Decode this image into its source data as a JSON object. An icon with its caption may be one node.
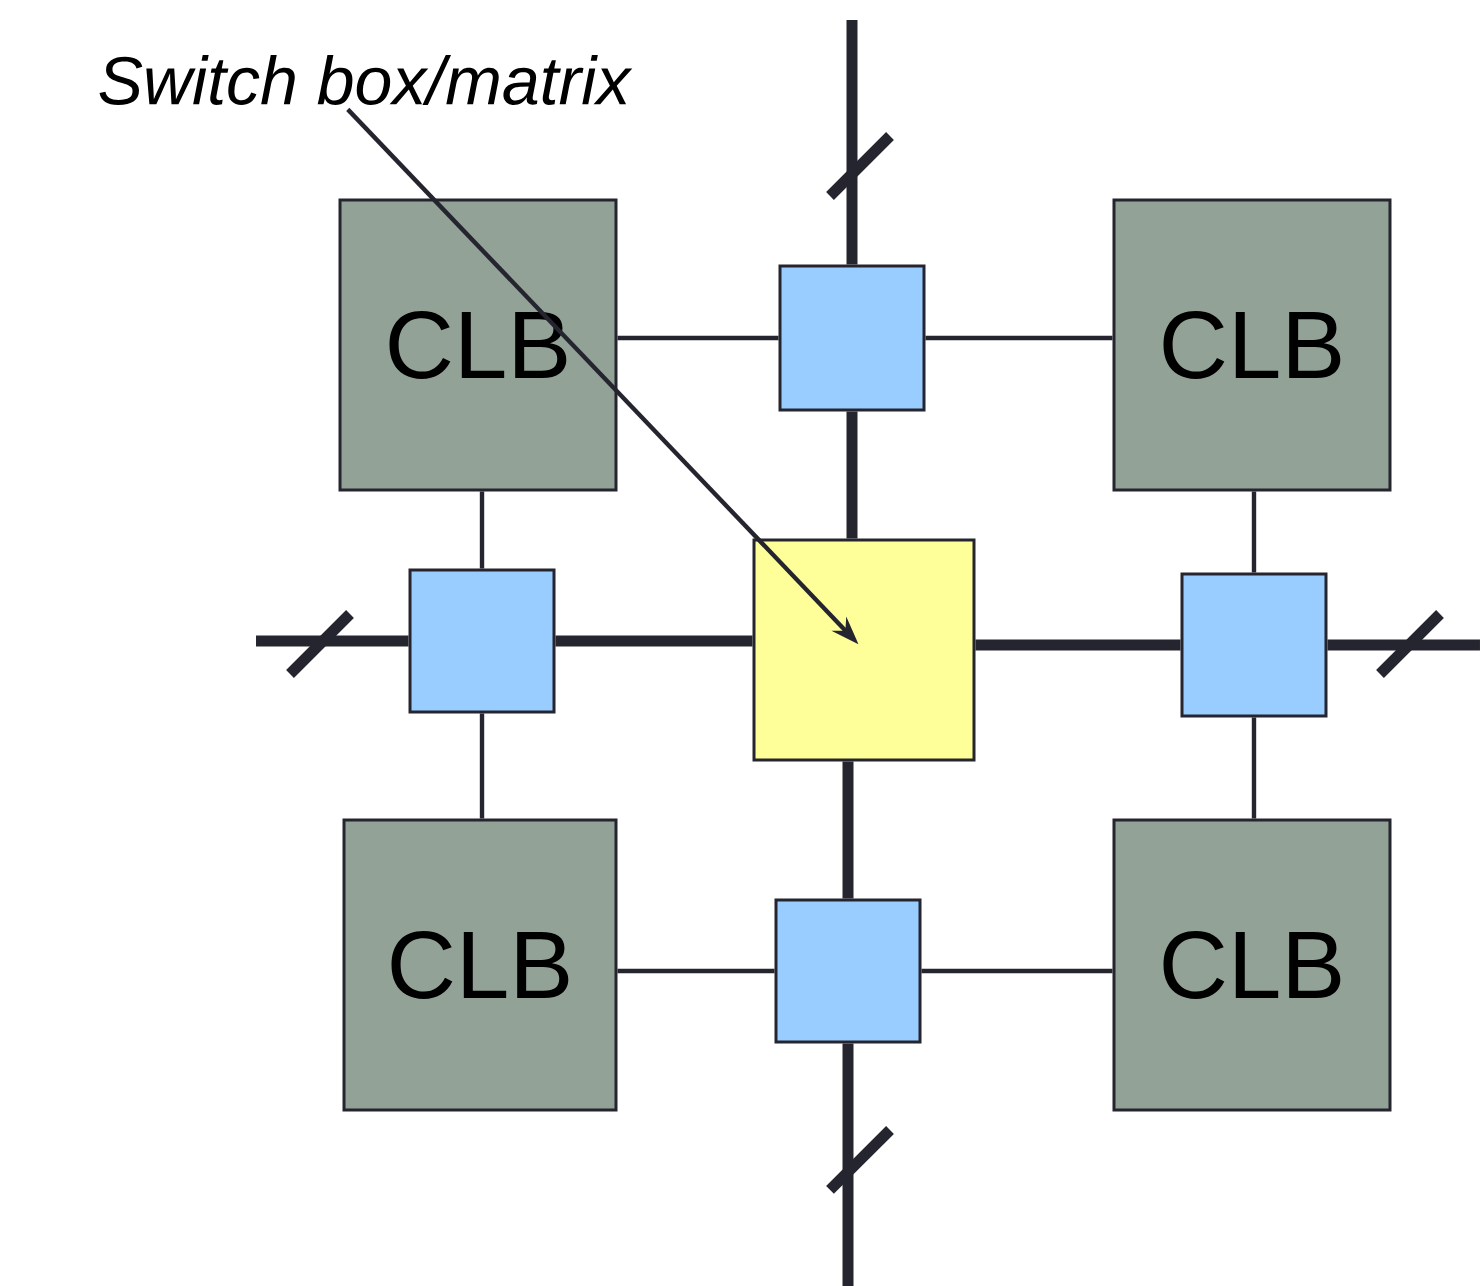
{
  "diagram": {
    "nodes": [
      {
        "text": [
          "Switch box/matrix"
        ]
      },
      {
        "text": [
          "CLB"
        ]
      },
      {
        "text": [],
        "shape": "box"
      },
      {
        "text": [
          "CLB"
        ]
      },
      {
        "text": [],
        "shape": "box"
      },
      {
        "text": [],
        "shape": "box"
      },
      {
        "text": [],
        "shape": "box"
      },
      {
        "text": [
          "CLB"
        ]
      },
      {
        "text": [],
        "shape": "box"
      },
      {
        "text": [
          "CLB"
        ]
      }
    ],
    "edges": [
      {
        "from": 0,
        "to": 5,
        "arrow": "to"
      },
      {
        "from": 1,
        "to": 2,
        "arrow": "none"
      },
      {
        "from": 2,
        "to": 3,
        "arrow": "none"
      },
      {
        "from": 1,
        "to": 4,
        "arrow": "none"
      },
      {
        "from": 3,
        "to": 6,
        "arrow": "none"
      },
      {
        "from": 4,
        "to": 7,
        "arrow": "none"
      },
      {
        "from": 6,
        "to": 9,
        "arrow": "none"
      },
      {
        "from": 7,
        "to": 8,
        "arrow": "none"
      },
      {
        "from": 8,
        "to": 9,
        "arrow": "none"
      },
      {
        "from": 2,
        "to": 5,
        "arrow": "none",
        "style": "thick"
      },
      {
        "from": 4,
        "to": 5,
        "arrow": "none",
        "style": "thick"
      },
      {
        "from": 5,
        "to": 6,
        "arrow": "none",
        "style": "thick"
      },
      {
        "from": 5,
        "to": 8,
        "arrow": "none",
        "style": "thick"
      },
      {
        "from": null,
        "to": 2,
        "arrow": "none",
        "style": "thick"
      },
      {
        "from": null,
        "to": 4,
        "arrow": "none",
        "style": "thick"
      },
      {
        "from": 6,
        "to": null,
        "arrow": "none",
        "style": "thick"
      },
      {
        "from": 8,
        "to": null,
        "arrow": "none",
        "style": "thick"
      }
    ]
  }
}
